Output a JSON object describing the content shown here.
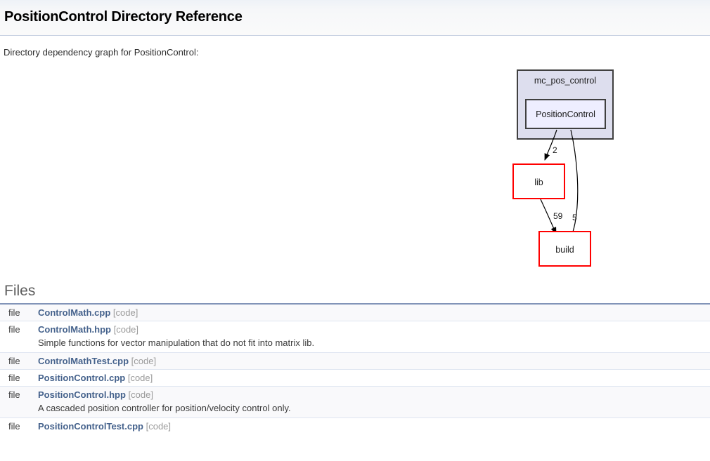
{
  "header": {
    "title": "PositionControl Directory Reference"
  },
  "intro": {
    "text": "Directory dependency graph for PositionControl:"
  },
  "graph": {
    "cluster": {
      "label": "mc_pos_control",
      "fill": "#dddeee",
      "stroke": "#404040"
    },
    "nodes": [
      {
        "id": "positioncontrol",
        "label": "PositionControl",
        "fill": "#eeeeff",
        "stroke": "#404040"
      },
      {
        "id": "lib",
        "label": "lib",
        "fill": "#ffffff",
        "stroke": "#ff0000"
      },
      {
        "id": "build",
        "label": "build",
        "fill": "#ffffff",
        "stroke": "#ff0000"
      }
    ],
    "edges": [
      {
        "from": "positioncontrol",
        "to": "lib",
        "label": "2"
      },
      {
        "from": "lib",
        "to": "build",
        "label": "59"
      },
      {
        "from": "positioncontrol",
        "to": "build",
        "label": "5"
      }
    ]
  },
  "files": {
    "heading": "Files",
    "kind_label": "file",
    "code_label": "[code]",
    "rows": [
      {
        "kind": "file",
        "name": "ControlMath.cpp",
        "code": "[code]",
        "desc": ""
      },
      {
        "kind": "file",
        "name": "ControlMath.hpp",
        "code": "[code]",
        "desc": "Simple functions for vector manipulation that do not fit into matrix lib."
      },
      {
        "kind": "file",
        "name": "ControlMathTest.cpp",
        "code": "[code]",
        "desc": ""
      },
      {
        "kind": "file",
        "name": "PositionControl.cpp",
        "code": "[code]",
        "desc": ""
      },
      {
        "kind": "file",
        "name": "PositionControl.hpp",
        "code": "[code]",
        "desc": "A cascaded position controller for position/velocity control only."
      },
      {
        "kind": "file",
        "name": "PositionControlTest.cpp",
        "code": "[code]",
        "desc": ""
      }
    ]
  }
}
